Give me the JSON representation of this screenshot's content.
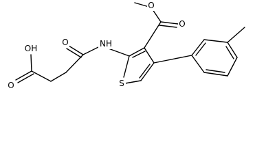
{
  "atom_labels": {
    "hydroxyl": "OH",
    "acid_carbonyl_oxygen": "O",
    "amide_carbonyl_oxygen": "O",
    "amide_nitrogen": "NH",
    "ester_alkoxy_oxygen": "O",
    "ester_carbonyl_oxygen": "O",
    "thiophene_sulfur": "S"
  },
  "colors": {
    "bond": "#000000",
    "text": "#000000",
    "background": "#ffffff"
  }
}
